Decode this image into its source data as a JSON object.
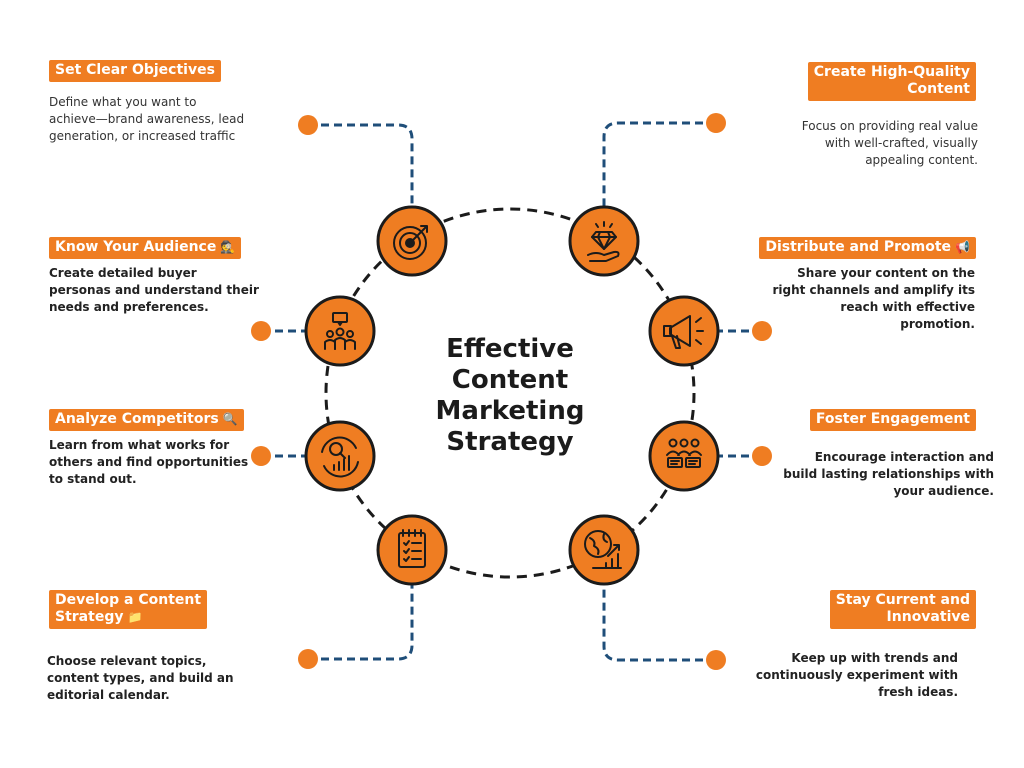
{
  "title_lines": [
    "Effective",
    "Content",
    "Marketing",
    "Strategy"
  ],
  "colors": {
    "accent": "#ef7d22",
    "connector": "#1f4e79",
    "ring": "#1b1b1b",
    "text": "#222222"
  },
  "steps": [
    {
      "id": "set-clear-objectives",
      "label_lines": [
        "Set Clear Objectives"
      ],
      "emoji": "",
      "description_lines": [
        "Define what you want to",
        "achieve—brand awareness, lead",
        "generation, or increased traffic"
      ],
      "icon": "target-icon"
    },
    {
      "id": "know-your-audience",
      "label_lines": [
        "Know Your Audience"
      ],
      "emoji": "🕵️",
      "description_lines": [
        "Create detailed buyer",
        "personas and understand their",
        "needs and preferences."
      ],
      "icon": "audience-icon"
    },
    {
      "id": "analyze-competitors",
      "label_lines": [
        "Analyze Competitors"
      ],
      "emoji": "🔍",
      "description_lines": [
        "Learn from what works for",
        "others and find opportunities",
        "to stand out."
      ],
      "icon": "analytics-icon"
    },
    {
      "id": "develop-content-strategy",
      "label_lines": [
        "Develop a Content",
        "Strategy"
      ],
      "emoji": "📁",
      "description_lines": [
        "Choose relevant topics,",
        "content types, and build an",
        "editorial calendar."
      ],
      "icon": "checklist-icon"
    },
    {
      "id": "create-high-quality-content",
      "label_lines": [
        "Create High-Quality",
        "Content"
      ],
      "emoji": "",
      "description_lines": [
        "Focus on providing real value",
        "with well-crafted, visually",
        "appealing content."
      ],
      "icon": "diamond-hand-icon"
    },
    {
      "id": "distribute-and-promote",
      "label_lines": [
        "Distribute and Promote"
      ],
      "emoji": "📢",
      "description_lines": [
        "Share your content on the",
        "right channels and amplify its",
        "reach with effective",
        "promotion."
      ],
      "icon": "megaphone-icon"
    },
    {
      "id": "foster-engagement",
      "label_lines": [
        "Foster Engagement"
      ],
      "emoji": "",
      "description_lines": [
        "Encourage interaction and",
        "build lasting relationships with",
        "your audience."
      ],
      "icon": "team-chat-icon"
    },
    {
      "id": "stay-current-and-innovative",
      "label_lines": [
        "Stay Current and",
        "Innovative"
      ],
      "emoji": "",
      "description_lines": [
        "Keep up with trends and",
        "continuously experiment with",
        "fresh ideas."
      ],
      "icon": "globe-growth-icon"
    }
  ]
}
